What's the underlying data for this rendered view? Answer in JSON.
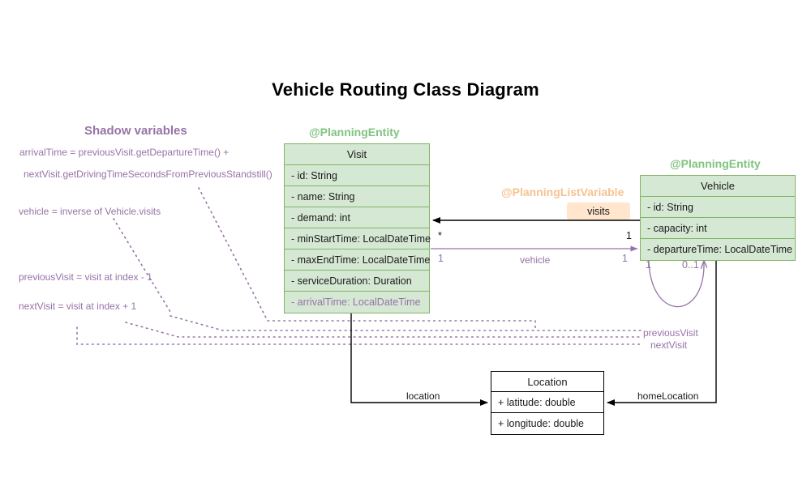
{
  "diagram": {
    "title": "Vehicle Routing Class Diagram",
    "type": "uml-class-diagram"
  },
  "colors": {
    "entity_fill": "#d5e8d4",
    "entity_border": "#82b366",
    "shadow_purple": "#9673a6",
    "planning_entity_annotation": "#7fc37f",
    "planning_list_annotation": "#f7c291",
    "badge_fill": "#ffe6cc",
    "plain_border": "#000000",
    "text": "#1a1a1a"
  },
  "classes": {
    "visit": {
      "stereotype": "@PlanningEntity",
      "name": "Visit",
      "attributes": [
        {
          "text": "- id: String",
          "shadow": false
        },
        {
          "text": "- name: String",
          "shadow": false
        },
        {
          "text": "- demand: int",
          "shadow": false
        },
        {
          "text": "- minStartTime: LocalDateTime",
          "shadow": false
        },
        {
          "text": "- maxEndTime: LocalDateTime",
          "shadow": false
        },
        {
          "text": "- serviceDuration: Duration",
          "shadow": false
        },
        {
          "text": "- arrivalTime: LocalDateTime",
          "shadow": true
        }
      ]
    },
    "vehicle": {
      "stereotype": "@PlanningEntity",
      "name": "Vehicle",
      "attributes": [
        {
          "text": "- id: String",
          "shadow": false
        },
        {
          "text": "- capacity: int",
          "shadow": false
        },
        {
          "text": "- departureTime: LocalDateTime",
          "shadow": false
        }
      ]
    },
    "location": {
      "name": "Location",
      "attributes": [
        {
          "text": "+ latitude: double",
          "shadow": false
        },
        {
          "text": "+ longitude: double",
          "shadow": false
        }
      ]
    }
  },
  "relations": {
    "visits": {
      "annotation": "@PlanningListVariable",
      "badge_label": "visits",
      "source_multiplicity": "1",
      "target_multiplicity": "*"
    },
    "vehicle_ref": {
      "label": "vehicle",
      "source_multiplicity": "1",
      "target_multiplicity": "1"
    },
    "self_loop": {
      "left_multiplicity": "1",
      "right_multiplicity": "0..1"
    },
    "location_ref": {
      "label": "location"
    },
    "home_location_ref": {
      "label": "homeLocation"
    },
    "previous_visit": {
      "label": "previousVisit"
    },
    "next_visit": {
      "label": "nextVisit"
    }
  },
  "shadow_variables": {
    "heading": "Shadow variables",
    "notes": [
      "arrivalTime = previousVisit.getDepartureTime() +",
      "nextVisit.getDrivingTimeSecondsFromPreviousStandstill()",
      "vehicle = inverse of Vehicle.visits",
      "previousVisit = visit at index - 1",
      "nextVisit = visit at index + 1"
    ]
  }
}
